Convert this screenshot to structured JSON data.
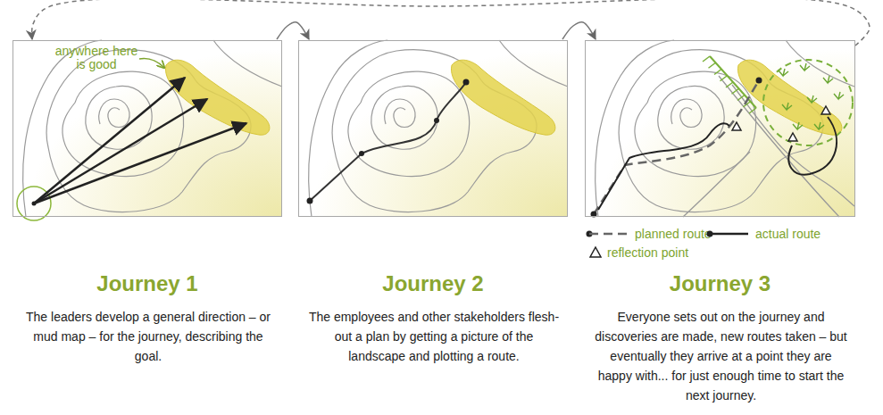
{
  "diagram": {
    "nodes": [
      {
        "text": [
          "Journey 1",
          "The leaders develop a general direction – or mud map – for the journey, describing the goal."
        ]
      },
      {
        "text": [
          "Journey 2",
          "The employees and other stakeholders flesh-out a plan by getting a picture of the landscape and plotting a route."
        ]
      },
      {
        "text": [
          "Journey 3",
          "Everyone sets out on the journey and discoveries are made, new routes taken – but eventually they arrive at a point they are happy with... for just enough time to start the next journey."
        ]
      }
    ],
    "edges": [
      {
        "from": 0,
        "to": 1,
        "arrow": "to"
      },
      {
        "from": 1,
        "to": 2,
        "arrow": "to"
      },
      {
        "from": 2,
        "to": 0,
        "arrow": "to"
      }
    ],
    "labels": [
      "anywhere here is good"
    ],
    "legend": [
      {
        "text": "planned route"
      },
      {
        "text": "actual route"
      },
      {
        "text": "reflection point"
      }
    ]
  }
}
